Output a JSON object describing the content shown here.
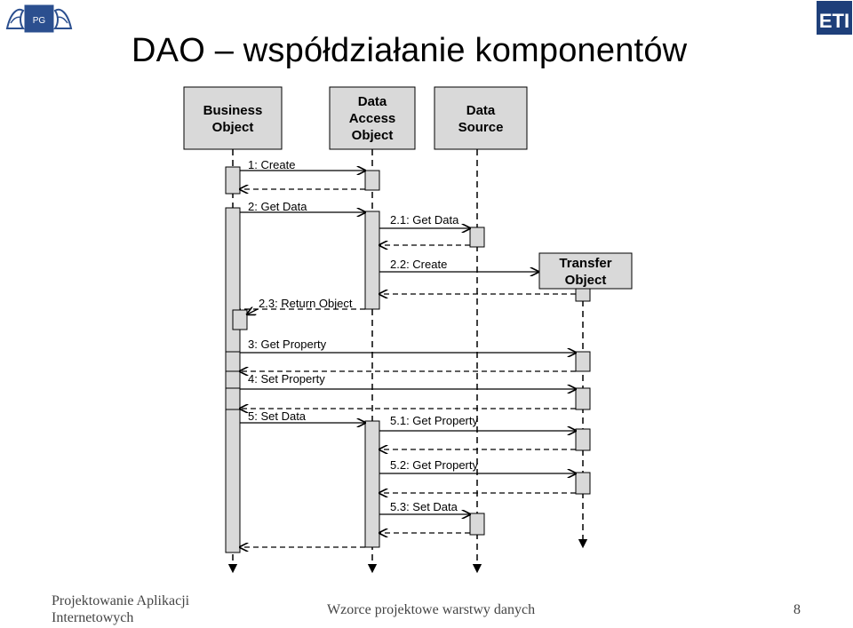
{
  "slide": {
    "title": "DAO – współdziałanie komponentów",
    "logo_left_text": "PG",
    "logo_right_text": "ETI"
  },
  "diagram": {
    "participants": [
      {
        "id": "bo",
        "lines": [
          "Business",
          "Object"
        ]
      },
      {
        "id": "dao",
        "lines": [
          "Data",
          "Access",
          "Object"
        ]
      },
      {
        "id": "ds",
        "lines": [
          "Data",
          "Source"
        ]
      },
      {
        "id": "to",
        "lines": [
          "Transfer",
          "Object"
        ]
      }
    ],
    "messages": [
      {
        "label": "1: Create",
        "from": "bo",
        "to": "dao"
      },
      {
        "label": "2: Get Data",
        "from": "bo",
        "to": "dao"
      },
      {
        "label": "2.1: Get Data",
        "from": "dao",
        "to": "ds"
      },
      {
        "label": "2.2: Create",
        "from": "dao",
        "to": "to"
      },
      {
        "label": "2.3: Return Object",
        "from": "dao",
        "to": "bo"
      },
      {
        "label": "3: Get Property",
        "from": "bo",
        "to": "to"
      },
      {
        "label": "4: Set Property",
        "from": "bo",
        "to": "to"
      },
      {
        "label": "5: Set Data",
        "from": "bo",
        "to": "dao"
      },
      {
        "label": "5.1: Get Property",
        "from": "dao",
        "to": "to"
      },
      {
        "label": "5.2: Get Property",
        "from": "dao",
        "to": "to"
      },
      {
        "label": "5.3: Set Data",
        "from": "dao",
        "to": "ds"
      }
    ]
  },
  "footer": {
    "course_line1": "Projektowanie Aplikacji",
    "course_line2": "Internetowych",
    "topic": "Wzorce projektowe warstwy danych",
    "page": "8"
  }
}
